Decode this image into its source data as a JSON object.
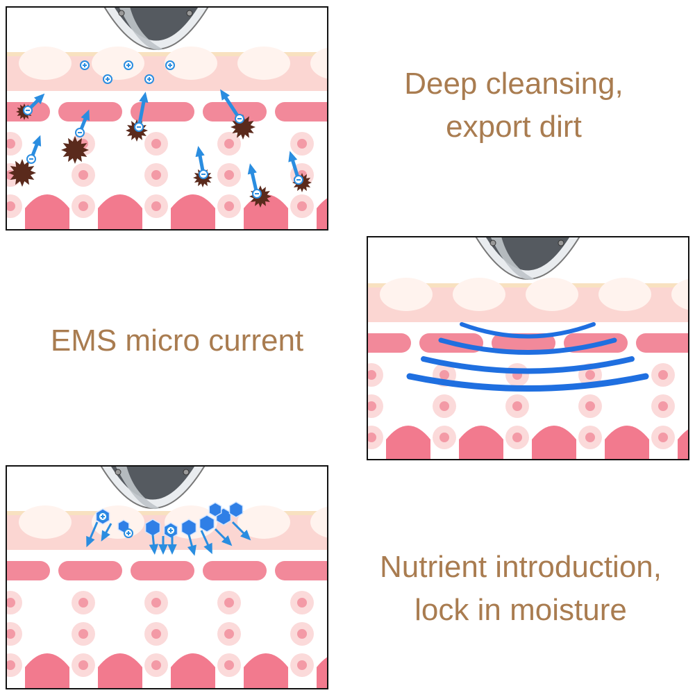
{
  "captions": {
    "cleansing": {
      "line1": "Deep cleansing,",
      "line2": "export dirt"
    },
    "ems": {
      "line1": "EMS micro current"
    },
    "nutrient": {
      "line1": "Nutrient introduction,",
      "line2": "lock in moisture"
    }
  },
  "colors": {
    "caption_text": "#a97c50",
    "skin_top": "#fbd6d2",
    "skin_stripe": "#f2899a",
    "cell_outer": "#fbdada",
    "cell_inner": "#f39aa6",
    "papilla": "#f27a8e",
    "dirt": "#5a2a1c",
    "ion_blue": "#2a8de0",
    "wave_blue": "#1f6fe0",
    "nutrient_blue": "#2f7fe6"
  },
  "icons": {
    "device": "beauty-device-head-icon",
    "dirt": "dirt-particle-icon",
    "ion": "ion-bubble-icon",
    "wave": "micro-current-wave-icon",
    "nutrient": "nutrient-hexagon-icon"
  }
}
